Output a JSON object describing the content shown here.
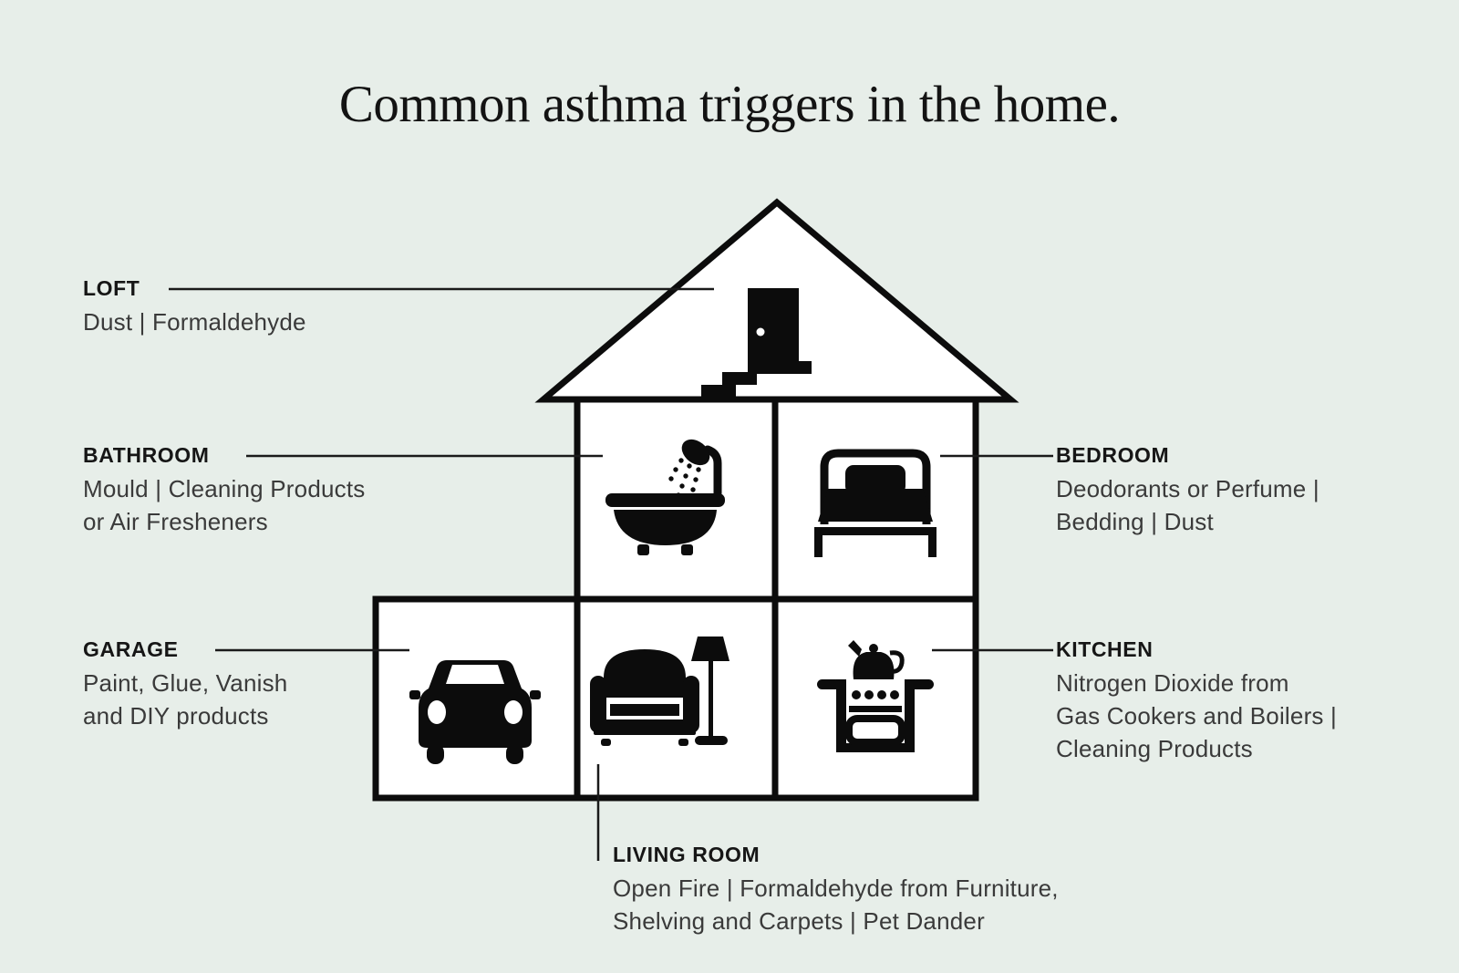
{
  "title": "Common asthma triggers in the home.",
  "colors": {
    "background": "#e7eee9",
    "ink": "#0c0c0c",
    "connector_line": "#1a1a1a",
    "room_fill": "#ffffff",
    "muted_text": "#3a3a3a"
  },
  "rooms": [
    {
      "id": "loft",
      "label": "LOFT",
      "icon": "attic-door-stairs-icon",
      "lines": [
        "Dust | Formaldehyde"
      ]
    },
    {
      "id": "bathroom",
      "label": "BATHROOM",
      "icon": "bathtub-shower-icon",
      "lines": [
        "Mould | Cleaning Products",
        "or Air Fresheners"
      ]
    },
    {
      "id": "bedroom",
      "label": "BEDROOM",
      "icon": "bed-icon",
      "lines": [
        "Deodorants or Perfume |",
        "Bedding | Dust"
      ]
    },
    {
      "id": "garage",
      "label": "GARAGE",
      "icon": "car-icon",
      "lines": [
        "Paint, Glue, Vanish",
        "and DIY products"
      ]
    },
    {
      "id": "kitchen",
      "label": "KITCHEN",
      "icon": "cooker-kettle-icon",
      "lines": [
        "Nitrogen Dioxide from",
        "Gas Cookers and Boilers |",
        "Cleaning Products"
      ]
    },
    {
      "id": "living_room",
      "label": "LIVING ROOM",
      "icon": "armchair-floor-lamp-icon",
      "lines": [
        "Open Fire | Formaldehyde from Furniture,",
        "Shelving and Carpets | Pet Dander"
      ]
    }
  ]
}
